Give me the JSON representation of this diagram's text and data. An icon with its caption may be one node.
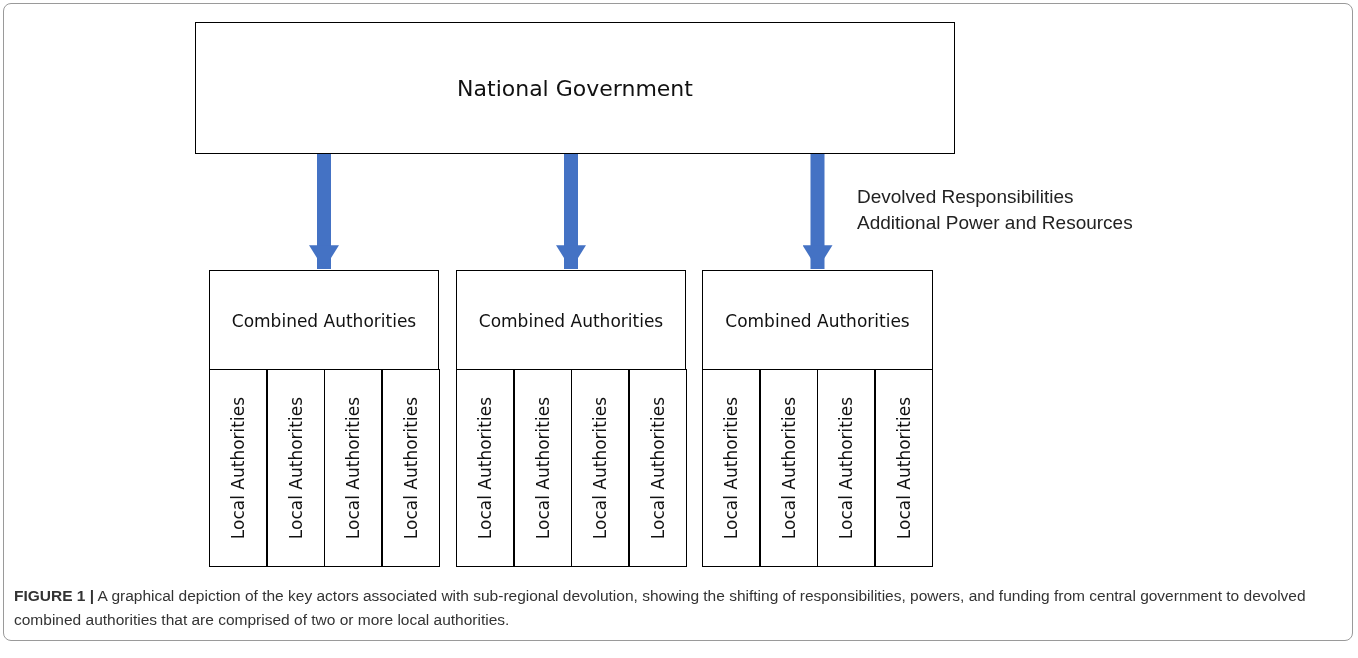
{
  "diagram": {
    "caption": "**FIGURE 1 |** A graphical depiction of the key actors associated with sub-regional devolution, showing the shifting of responsibilities, powers, and funding from central government to devolved combined authorities that are comprised of two or more local authorities.",
    "nodes": [
      {
        "text": [
          "National Government"
        ]
      },
      {
        "text": [
          "Combined Authorities"
        ]
      },
      {
        "text": [
          "Combined Authorities"
        ]
      },
      {
        "text": [
          "Combined Authorities"
        ]
      },
      {
        "text": [
          "Local Authorities"
        ]
      },
      {
        "text": [
          "Local Authorities"
        ]
      },
      {
        "text": [
          "Local Authorities"
        ]
      },
      {
        "text": [
          "Local Authorities"
        ]
      },
      {
        "text": [
          "Local Authorities"
        ]
      },
      {
        "text": [
          "Local Authorities"
        ]
      },
      {
        "text": [
          "Local Authorities"
        ]
      },
      {
        "text": [
          "Local Authorities"
        ]
      },
      {
        "text": [
          "Local Authorities"
        ]
      },
      {
        "text": [
          "Local Authorities"
        ]
      },
      {
        "text": [
          "Local Authorities"
        ]
      },
      {
        "text": [
          "Local Authorities"
        ]
      }
    ],
    "edges": [
      {
        "from": 0,
        "to": 1,
        "arrow": "to"
      },
      {
        "from": 0,
        "to": 2,
        "arrow": "to"
      },
      {
        "from": 0,
        "to": 3,
        "arrow": "to"
      }
    ],
    "labels": [
      "Devolved Responsibilities",
      "Additional Power and Resources"
    ]
  }
}
